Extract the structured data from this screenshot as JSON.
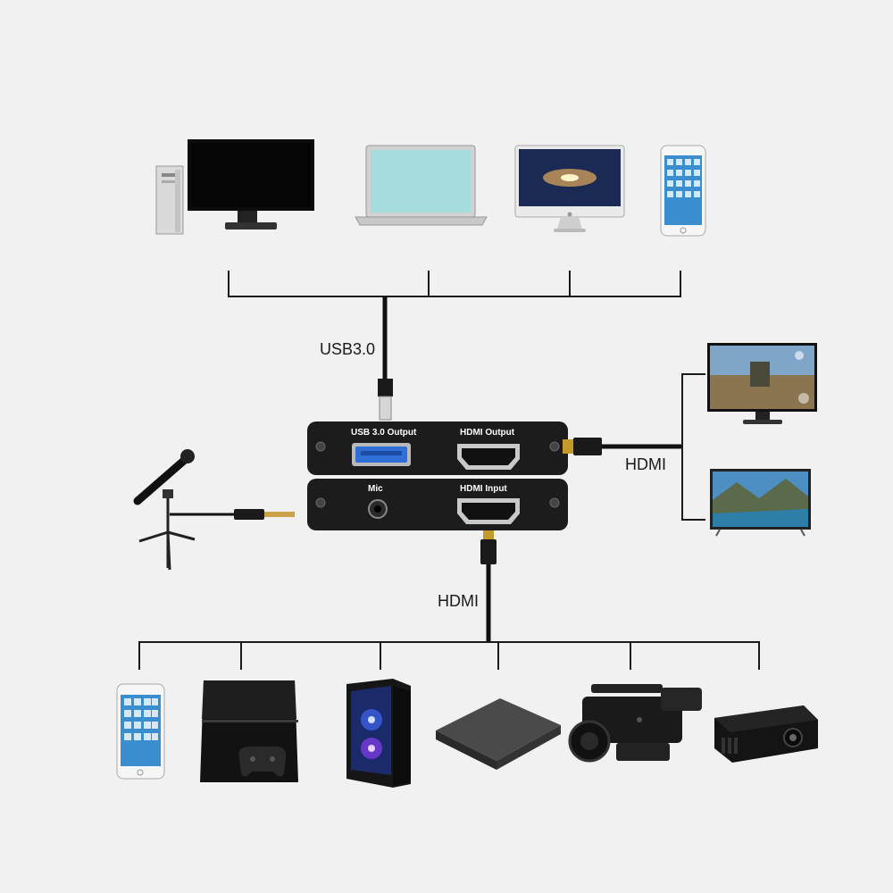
{
  "labels": {
    "usb_cable": "USB3.0",
    "hdmi_out_cable": "HDMI",
    "hdmi_in_cable": "HDMI"
  },
  "device": {
    "usb_output": "USB 3.0 Output",
    "hdmi_output": "HDMI Output",
    "mic": "Mic",
    "hdmi_input": "HDMI Input"
  },
  "colors": {
    "background": "#f1f1f1",
    "line": "#1a1a1a",
    "device_body": "#1c1c1c",
    "usb_port_blue": "#2f6fd6"
  },
  "icons": {
    "top_row": [
      "desktop-tower-icon",
      "monitor-icon",
      "laptop-icon",
      "imac-icon",
      "smartphone-icon"
    ],
    "right_side": [
      "gaming-monitor-icon",
      "tv-icon"
    ],
    "left_side": [
      "microphone-stand-icon"
    ],
    "bottom_row": [
      "smartphone-icon",
      "game-console-icon",
      "gaming-pc-icon",
      "tv-box-icon",
      "camcorder-icon",
      "projector-icon"
    ]
  }
}
